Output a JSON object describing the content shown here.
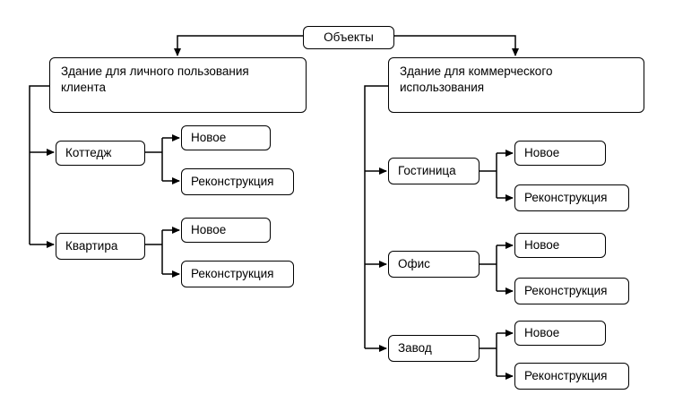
{
  "root": {
    "label": "Объекты"
  },
  "branches": [
    {
      "label": "Здание для личного пользования\nклиента",
      "types": [
        {
          "label": "Коттедж",
          "options": [
            "Новое",
            "Реконструкция"
          ]
        },
        {
          "label": "Квартира",
          "options": [
            "Новое",
            "Реконструкция"
          ]
        }
      ]
    },
    {
      "label": "Здание для коммерческого\nиспользования",
      "types": [
        {
          "label": "Гостиница",
          "options": [
            "Новое",
            "Реконструкция"
          ]
        },
        {
          "label": "Офис",
          "options": [
            "Новое",
            "Реконструкция"
          ]
        },
        {
          "label": "Завод",
          "options": [
            "Новое",
            "Реконструкция"
          ]
        }
      ]
    }
  ]
}
